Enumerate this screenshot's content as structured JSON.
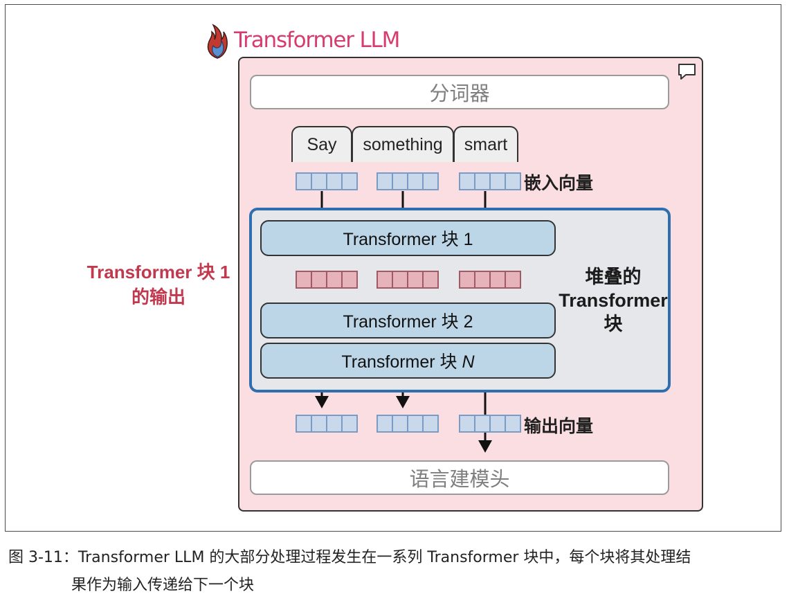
{
  "header": {
    "title": "Transformer LLM",
    "logo_icon": "flame-icon"
  },
  "tokenizer": {
    "label": "分词器"
  },
  "tokens": [
    "Say",
    "something",
    "smart"
  ],
  "labels": {
    "embeddings": "嵌入向量",
    "output_vectors": "输出向量",
    "stack_line1": "堆叠的",
    "stack_line2": "Transformer",
    "stack_line3": "块",
    "block1_output_line1": "Transformer 块 1",
    "block1_output_line2": "的输出"
  },
  "blocks": {
    "block1": "Transformer 块 1",
    "block2": "Transformer 块 2",
    "blockN_prefix": "Transformer 块 ",
    "blockN_suffix": "N"
  },
  "lm_head": {
    "label": "语言建模头"
  },
  "caption": {
    "line1": "图 3-11：Transformer LLM 的大部分处理过程发生在一系列 Transformer 块中，每个块将其处理结",
    "line2": "果作为输入传递给下一个块"
  },
  "colors": {
    "title": "#d63c6e",
    "llm_background": "#fbdee2",
    "stack_border": "#2f6fb0",
    "block_fill": "#bcd6e8",
    "embedding_vector": "#c9d8ea",
    "intermediate_vector": "#e6b3bb",
    "annotation": "#c0394f"
  }
}
